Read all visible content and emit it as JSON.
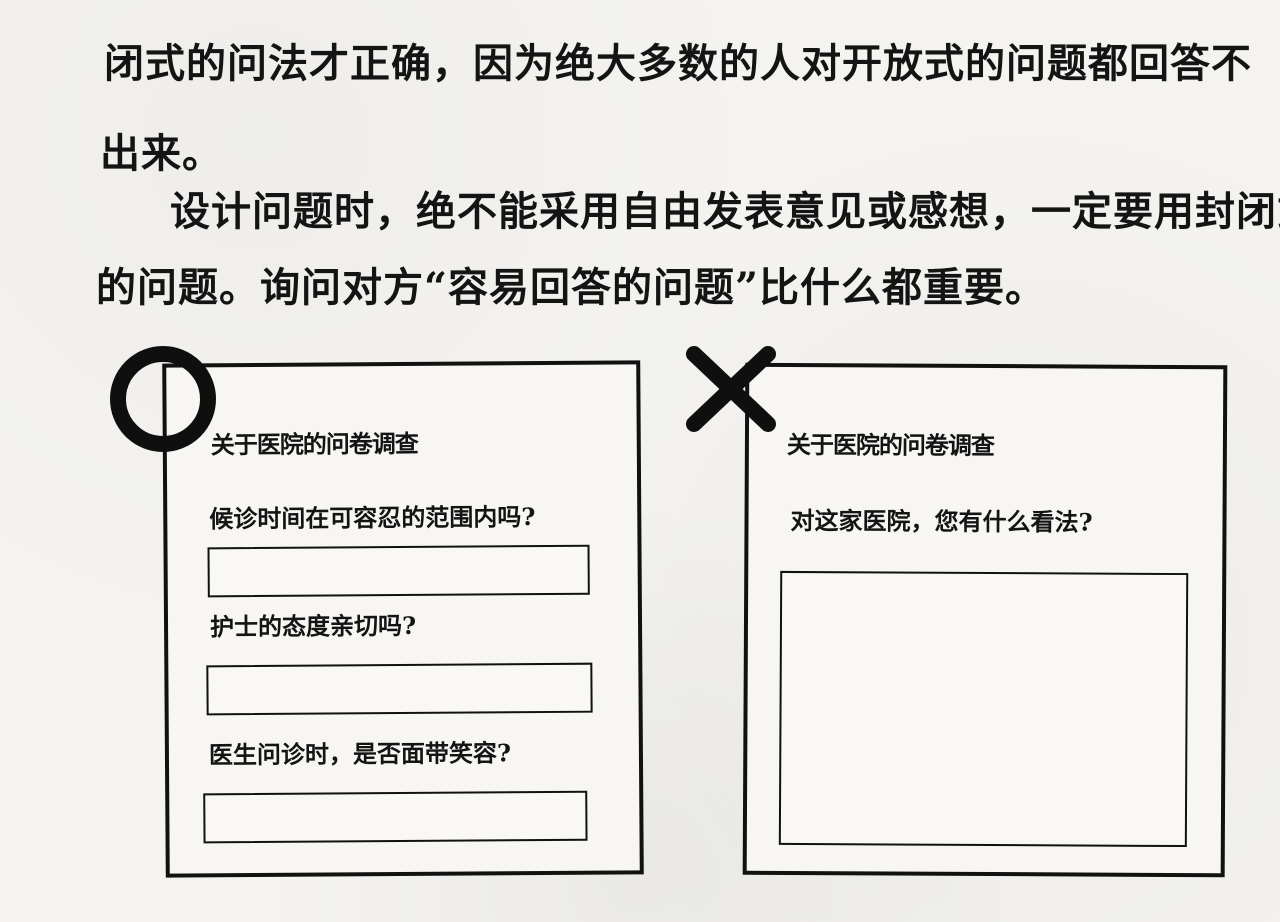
{
  "text": {
    "line1": "闭式的问法才正确，因为绝大多数的人对开放式的问题都回答不",
    "line2": "出来。",
    "line3": "设计问题时，绝不能采用自由发表意见或感想，一定要用封闭式",
    "line4": "的问题。询问对方“容易回答的问题”比什么都重要。"
  },
  "good_example": {
    "mark": "circle-icon",
    "title": "关于医院的问卷调查",
    "questions": [
      "候诊时间在可容忍的范围内吗?",
      "护士的态度亲切吗?",
      "医生问诊时，是否面带笑容?"
    ],
    "answers": [
      "",
      "",
      ""
    ]
  },
  "bad_example": {
    "mark": "cross-icon",
    "title": "关于医院的问卷调查",
    "question": "对这家医院，您有什么看法?",
    "answer": ""
  }
}
